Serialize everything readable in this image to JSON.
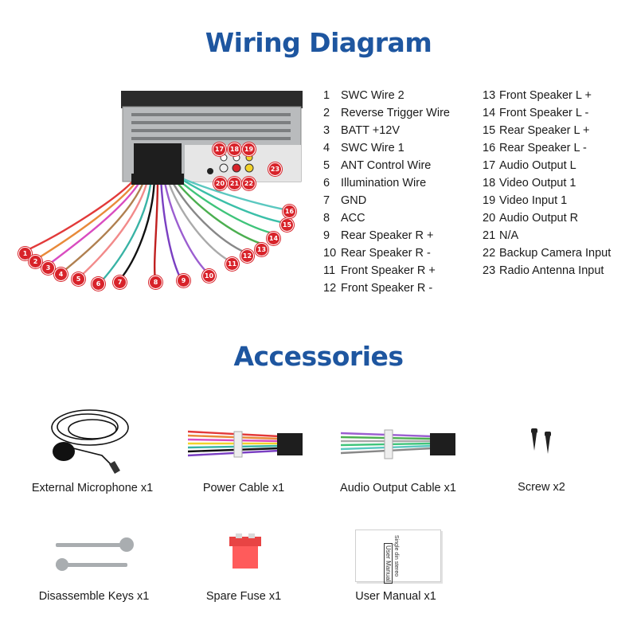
{
  "wiring_title": "Wiring Diagram",
  "accessories_title": "Accessories",
  "legend": [
    {
      "num": "1",
      "label": "SWC Wire 2"
    },
    {
      "num": "2",
      "label": "Reverse Trigger Wire"
    },
    {
      "num": "3",
      "label": "BATT +12V"
    },
    {
      "num": "4",
      "label": "SWC Wire 1"
    },
    {
      "num": "5",
      "label": "ANT Control Wire"
    },
    {
      "num": "6",
      "label": "Illumination Wire"
    },
    {
      "num": "7",
      "label": "GND"
    },
    {
      "num": "8",
      "label": "ACC"
    },
    {
      "num": "9",
      "label": "Rear Speaker R +"
    },
    {
      "num": "10",
      "label": "Rear Speaker R -"
    },
    {
      "num": "11",
      "label": "Front Speaker R +"
    },
    {
      "num": "12",
      "label": "Front Speaker R -"
    },
    {
      "num": "13",
      "label": "Front Speaker L +"
    },
    {
      "num": "14",
      "label": "Front Speaker L -"
    },
    {
      "num": "15",
      "label": "Rear Speaker L +"
    },
    {
      "num": "16",
      "label": "Rear Speaker L -"
    },
    {
      "num": "17",
      "label": "Audio Output L"
    },
    {
      "num": "18",
      "label": "Video Output 1"
    },
    {
      "num": "19",
      "label": "Video Input 1"
    },
    {
      "num": "20",
      "label": "Audio Output R"
    },
    {
      "num": "21",
      "label": "N/A"
    },
    {
      "num": "22",
      "label": "Backup Camera Input"
    },
    {
      "num": "23",
      "label": "Radio Antenna Input"
    }
  ],
  "diagram_markers": [
    "1",
    "2",
    "3",
    "4",
    "5",
    "6",
    "7",
    "8",
    "9",
    "10",
    "11",
    "12",
    "13",
    "14",
    "15",
    "16",
    "17",
    "18",
    "19",
    "20",
    "21",
    "22",
    "23"
  ],
  "accessories": [
    {
      "label": "External Microphone x1",
      "icon": "microphone-icon"
    },
    {
      "label": "Power Cable x1",
      "icon": "power-cable-icon"
    },
    {
      "label": "Audio Output Cable x1",
      "icon": "audio-cable-icon"
    },
    {
      "label": "Screw x2",
      "icon": "screw-icon"
    },
    {
      "label": "Disassemble Keys x1",
      "icon": "keys-icon"
    },
    {
      "label": "Spare Fuse x1",
      "icon": "fuse-icon"
    },
    {
      "label": "User Manual x1",
      "icon": "manual-icon"
    }
  ],
  "manual_cover_text": [
    "Single din stereo",
    "User Manual"
  ],
  "colors": {
    "title": "#1e56a0",
    "marker": "#d8232a"
  }
}
